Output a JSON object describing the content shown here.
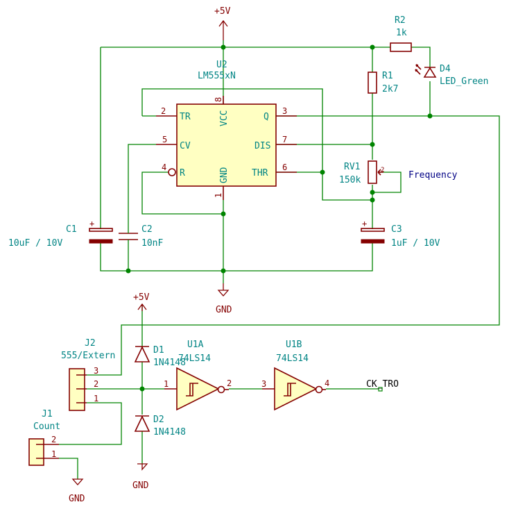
{
  "power": {
    "vcc_top": "+5V",
    "vcc_bottom": "+5V",
    "gnd_top": "GND",
    "gnd_diode": "GND",
    "gnd_j1": "GND"
  },
  "u2": {
    "ref": "U2",
    "value": "LM555xN",
    "pins": {
      "tr": {
        "num": "2",
        "name": "TR"
      },
      "cv": {
        "num": "5",
        "name": "CV"
      },
      "r": {
        "num": "4",
        "name": "R"
      },
      "q": {
        "num": "3",
        "name": "Q"
      },
      "dis": {
        "num": "7",
        "name": "DIS"
      },
      "thr": {
        "num": "6",
        "name": "THR"
      },
      "vcc": {
        "num": "8",
        "name": "VCC"
      },
      "gnd": {
        "num": "1",
        "name": "GND"
      }
    }
  },
  "r1": {
    "ref": "R1",
    "value": "2k7"
  },
  "r2": {
    "ref": "R2",
    "value": "1k"
  },
  "d4": {
    "ref": "D4",
    "value": "LED_Green"
  },
  "rv1": {
    "ref": "RV1",
    "value": "150k",
    "wiper_pin": "2",
    "label": "Frequency"
  },
  "c1": {
    "ref": "C1",
    "value": "10uF / 10V",
    "plus": "+"
  },
  "c2": {
    "ref": "C2",
    "value": "10nF"
  },
  "c3": {
    "ref": "C3",
    "value": "1uF / 10V",
    "plus": "+"
  },
  "j2": {
    "ref": "J2",
    "value": "555/Extern",
    "pins": [
      "3",
      "2",
      "1"
    ]
  },
  "j1": {
    "ref": "J1",
    "value": "Count",
    "pins": [
      "2",
      "1"
    ]
  },
  "d1": {
    "ref": "D1",
    "value": "1N4148"
  },
  "d2": {
    "ref": "D2",
    "value": "1N4148"
  },
  "u1a": {
    "ref": "U1A",
    "value": "74LS14",
    "pin_in": "1",
    "pin_out": "2"
  },
  "u1b": {
    "ref": "U1B",
    "value": "74LS14",
    "pin_in": "3",
    "pin_out": "4"
  },
  "net_label": "CK_TRO",
  "colors": {
    "wire": "#008400",
    "body": "#840000",
    "fill": "#ffffc2",
    "ref": "#008484",
    "label": "#000084"
  }
}
